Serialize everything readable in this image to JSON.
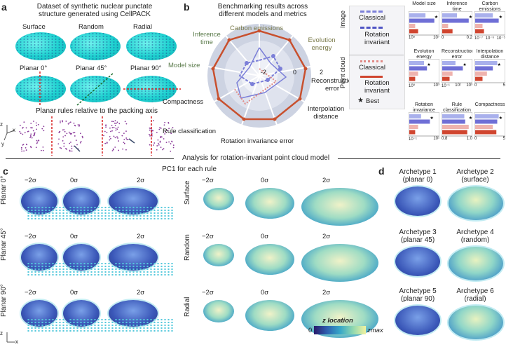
{
  "panel_a": {
    "label": "a",
    "title_line1": "Dataset of synthetic nuclear punctate",
    "title_line2": "structure generated using CellPACK",
    "rules_top": [
      "Surface",
      "Random",
      "Radial"
    ],
    "rules_planar": [
      "Planar 0°",
      "Planar 45°",
      "Planar 90°"
    ],
    "subtitle": "Planar rules relative to the packing axis",
    "axes": {
      "z": "z",
      "x": "x",
      "y": "y"
    }
  },
  "panel_b": {
    "label": "b",
    "title_line1": "Benchmarking results across",
    "title_line2": "different models and metrics",
    "radar_labels": {
      "carbon": "Carbon emissions",
      "inference": "Inference time",
      "evolution": "Evolution energy",
      "model_size": "Model size",
      "reconstruction": "Reconstruction error",
      "compactness": "Compactness",
      "interpolation": "Interpolation distance",
      "rule": "Rule classification",
      "rotation": "Rotation invariance error"
    },
    "radar_ticks": [
      "-2",
      "0",
      "2"
    ],
    "legend": {
      "image": "Image",
      "point_cloud": "Point cloud",
      "classical": "Classical",
      "rotation_invariant": "Rotation invariant",
      "best": "Best"
    },
    "colors": {
      "image": "#6f6fd6",
      "pc_classical": "#e08a86",
      "pc_rotation": "#d0452f"
    },
    "mini_charts": [
      {
        "title": "Model size",
        "ticks": [
          "10⁵",
          "10⁷"
        ]
      },
      {
        "title": "Inference time",
        "ticks": [
          "0",
          "0.2"
        ]
      },
      {
        "title": "Carbon emissions",
        "ticks": [
          "10⁻⁷",
          "10⁻⁶",
          "10⁻⁵"
        ]
      },
      {
        "title": "Evolution energy",
        "ticks": [
          "10⁰",
          "10³"
        ]
      },
      {
        "title": "Reconstruction error",
        "ticks": [
          "10⁻¹",
          "10¹",
          "10³"
        ]
      },
      {
        "title": "Interpolation distance",
        "ticks": [
          "0",
          "5"
        ]
      },
      {
        "title": "Rotation invariance error",
        "ticks": [
          "10⁻¹",
          "10¹"
        ]
      },
      {
        "title": "Rule classification",
        "ticks": [
          "0.8",
          "1.0"
        ]
      },
      {
        "title": "Compactness",
        "ticks": [
          "0",
          "5"
        ]
      }
    ]
  },
  "section_title": "Analysis for rotation-invariant point cloud model",
  "panel_c": {
    "label": "c",
    "title": "PC1 for each rule",
    "sigma": [
      "−2σ",
      "0σ",
      "2σ"
    ],
    "left_rows": [
      "Planar 0°",
      "Planar 45°",
      "Planar 90°"
    ],
    "right_rows": [
      "Surface",
      "Random",
      "Radial"
    ]
  },
  "panel_d": {
    "label": "d",
    "archetypes": [
      {
        "l1": "Archetype 1",
        "l2": "(planar 0)"
      },
      {
        "l1": "Archetype 2",
        "l2": "(surface)"
      },
      {
        "l1": "Archetype 3",
        "l2": "(planar 45)"
      },
      {
        "l1": "Archetype 4",
        "l2": "(random)"
      },
      {
        "l1": "Archetype 5",
        "l2": "(planar 90)"
      },
      {
        "l1": "Archetype 6",
        "l2": "(radial)"
      }
    ],
    "colorbar_title": "z location",
    "colorbar_min": "0",
    "colorbar_max": "zmax"
  },
  "bottom_axes": {
    "z": "z",
    "x": "x"
  }
}
